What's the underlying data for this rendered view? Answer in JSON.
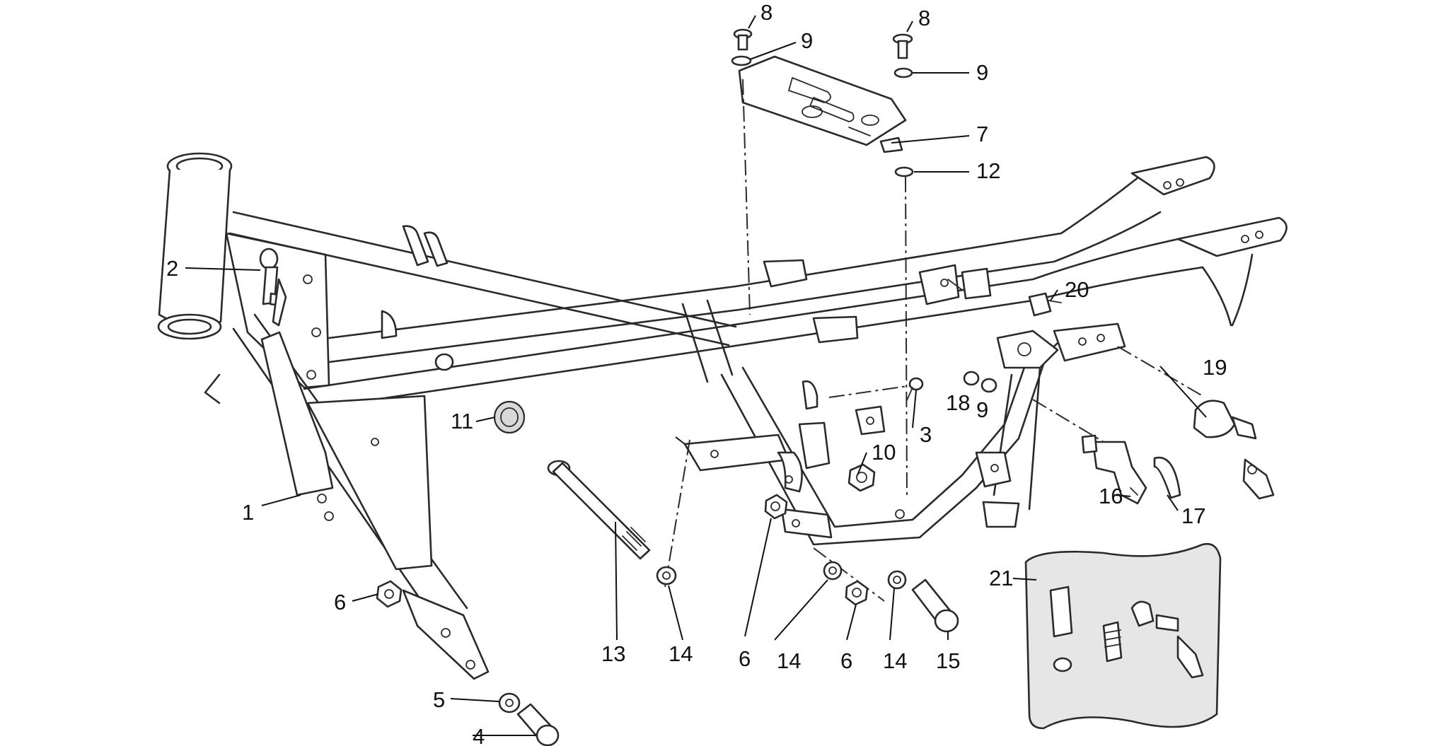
{
  "diagram": {
    "callouts": [
      {
        "id": "c1",
        "label": "1"
      },
      {
        "id": "c2",
        "label": "2"
      },
      {
        "id": "c3",
        "label": "3"
      },
      {
        "id": "c4",
        "label": "4"
      },
      {
        "id": "c5",
        "label": "5"
      },
      {
        "id": "c6a",
        "label": "6"
      },
      {
        "id": "c6b",
        "label": "6"
      },
      {
        "id": "c6c",
        "label": "6"
      },
      {
        "id": "c7",
        "label": "7"
      },
      {
        "id": "c8a",
        "label": "8"
      },
      {
        "id": "c8b",
        "label": "8"
      },
      {
        "id": "c9a",
        "label": "9"
      },
      {
        "id": "c9b",
        "label": "9"
      },
      {
        "id": "c9c",
        "label": "9"
      },
      {
        "id": "c10",
        "label": "10"
      },
      {
        "id": "c11",
        "label": "11"
      },
      {
        "id": "c12",
        "label": "12"
      },
      {
        "id": "c13",
        "label": "13"
      },
      {
        "id": "c14a",
        "label": "14"
      },
      {
        "id": "c14b",
        "label": "14"
      },
      {
        "id": "c14c",
        "label": "14"
      },
      {
        "id": "c15",
        "label": "15"
      },
      {
        "id": "c16",
        "label": "16"
      },
      {
        "id": "c17",
        "label": "17"
      },
      {
        "id": "c18",
        "label": "18"
      },
      {
        "id": "c19",
        "label": "19"
      },
      {
        "id": "c20",
        "label": "20"
      },
      {
        "id": "c21",
        "label": "21"
      }
    ]
  }
}
